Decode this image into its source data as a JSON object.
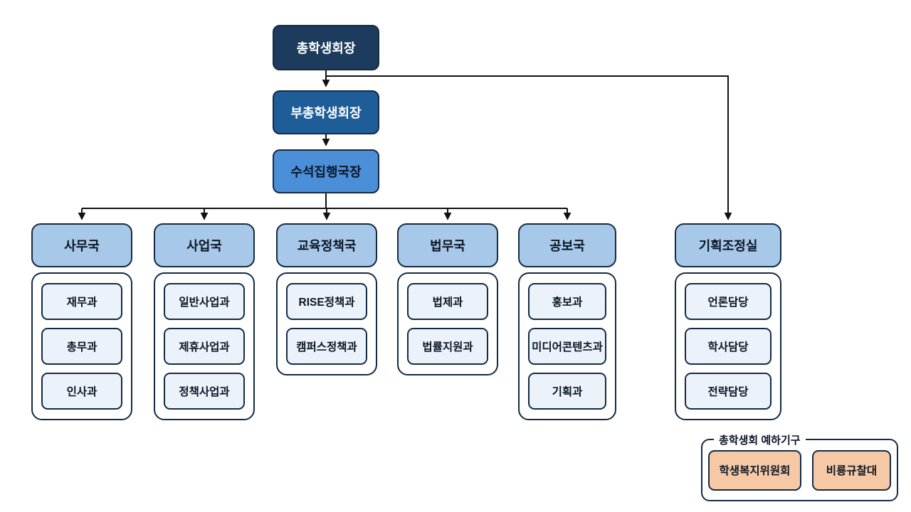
{
  "palette": {
    "president_bg": "#1d3b5c",
    "vice_bg": "#1f5d99",
    "chief_bg": "#4b8fd9",
    "dept_bg": "#a8c8ea",
    "item_bg": "#ecf2f9",
    "orange_bg": "#f6c8a5",
    "border": "#132c44",
    "line": "#111111"
  },
  "hierarchy": {
    "president": "총학생회장",
    "vice_president": "부총학생회장",
    "chief_executive_director": "수석집행국장"
  },
  "departments": [
    {
      "title": "사무국",
      "items": [
        "재무과",
        "총무과",
        "인사과"
      ]
    },
    {
      "title": "사업국",
      "items": [
        "일반사업과",
        "제휴사업과",
        "정책사업과"
      ]
    },
    {
      "title": "교육정책국",
      "items": [
        "RISE정책과",
        "캠퍼스정책과"
      ]
    },
    {
      "title": "법무국",
      "items": [
        "법제과",
        "법률지원과"
      ]
    },
    {
      "title": "공보국",
      "items": [
        "홍보과",
        "미디어콘텐츠과",
        "기획과"
      ]
    },
    {
      "title": "기획조정실",
      "items": [
        "언론담당",
        "학사담당",
        "전략담당"
      ]
    }
  ],
  "affiliated": {
    "label": "총학생회 예하기구",
    "items": [
      "학생복지위원회",
      "비룡규찰대"
    ]
  }
}
